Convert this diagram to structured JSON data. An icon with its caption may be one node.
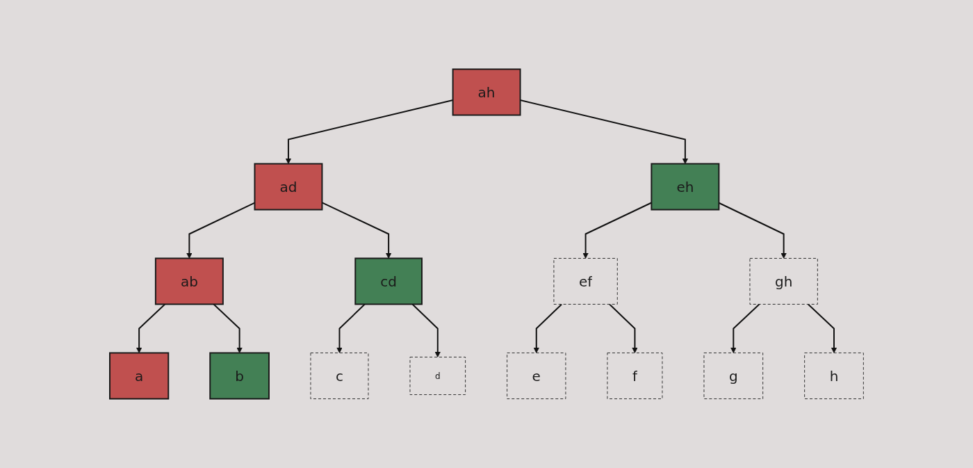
{
  "diagram": {
    "nodes": [
      {
        "text": [
          "ah"
        ]
      },
      {
        "text": [
          "ad"
        ]
      },
      {
        "text": [
          "eh"
        ]
      },
      {
        "text": [
          "ab"
        ]
      },
      {
        "text": [
          "cd"
        ]
      },
      {
        "text": [
          "ef"
        ]
      },
      {
        "text": [
          "gh"
        ]
      },
      {
        "text": [
          "a"
        ]
      },
      {
        "text": [
          "b"
        ]
      },
      {
        "text": [
          "c"
        ]
      },
      {
        "text": [
          "d"
        ]
      },
      {
        "text": [
          "e"
        ]
      },
      {
        "text": [
          "f"
        ]
      },
      {
        "text": [
          "g"
        ]
      },
      {
        "text": [
          "h"
        ]
      }
    ],
    "edges": [
      {
        "from": 0,
        "to": 1,
        "arrow": "to"
      },
      {
        "from": 0,
        "to": 2,
        "arrow": "to"
      },
      {
        "from": 1,
        "to": 3,
        "arrow": "to"
      },
      {
        "from": 1,
        "to": 4,
        "arrow": "to"
      },
      {
        "from": 2,
        "to": 5,
        "arrow": "to"
      },
      {
        "from": 2,
        "to": 6,
        "arrow": "to"
      },
      {
        "from": 3,
        "to": 7,
        "arrow": "to"
      },
      {
        "from": 3,
        "to": 8,
        "arrow": "to"
      },
      {
        "from": 4,
        "to": 9,
        "arrow": "to"
      },
      {
        "from": 4,
        "to": 10,
        "arrow": "to"
      },
      {
        "from": 5,
        "to": 11,
        "arrow": "to"
      },
      {
        "from": 5,
        "to": 12,
        "arrow": "to"
      },
      {
        "from": 6,
        "to": 13,
        "arrow": "to"
      },
      {
        "from": 6,
        "to": 14,
        "arrow": "to"
      }
    ]
  }
}
